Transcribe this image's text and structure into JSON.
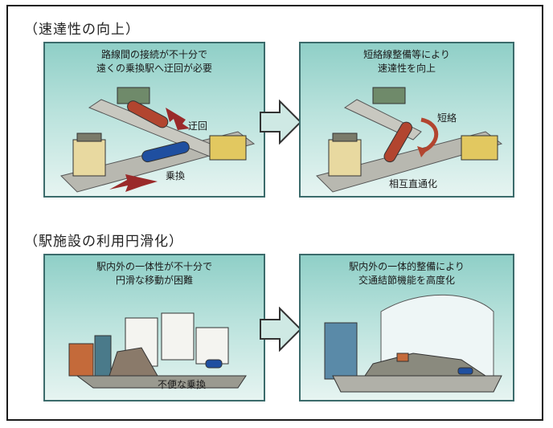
{
  "section1": {
    "title": "（速達性の向上）",
    "before": {
      "caption": "路線間の接続が不十分で\n遠くの乗換駅へ迂回が必要",
      "label_detour": "迂回",
      "label_transfer": "乗換"
    },
    "after": {
      "caption": "短絡線整備等により\n速達性を向上",
      "label_shortcut": "短絡",
      "label_through": "相互直通化"
    }
  },
  "section2": {
    "title": "（駅施設の利用円滑化）",
    "before": {
      "caption": "駅内外の一体性が不十分で\n円滑な移動が困難",
      "label_inconvenient": "不便な乗換"
    },
    "after": {
      "caption": "駅内外の一体的整備により\n交通結節機能を高度化"
    }
  },
  "colors": {
    "panel_border": "#3b6b6b",
    "arrow_fill": "#cfe9e4",
    "detour_arrow": "#9a2a2a",
    "train_red": "#b2452f",
    "train_blue": "#1f4fa0"
  }
}
